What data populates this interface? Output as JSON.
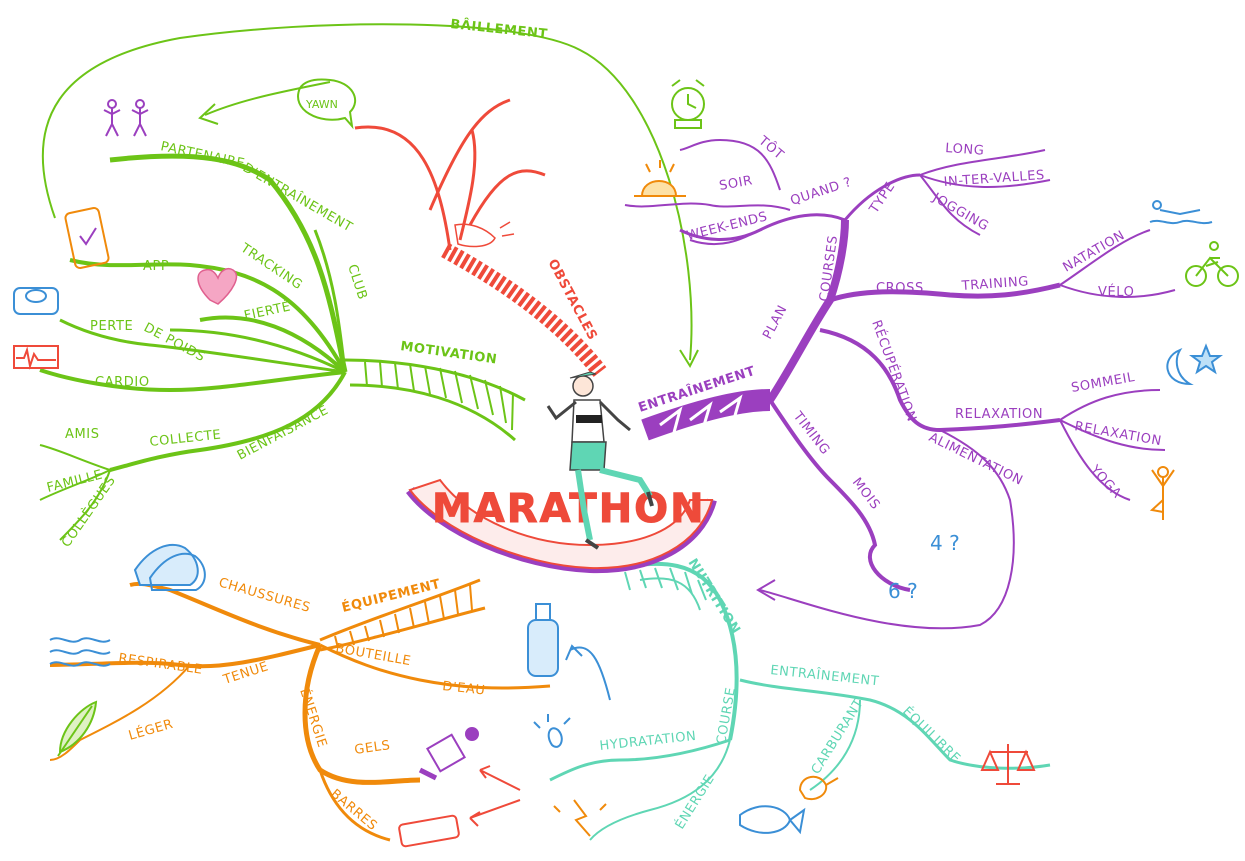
{
  "colors": {
    "motivation": "#6cc417",
    "obstacles": "#ef4a3a",
    "entrainement": "#9b3fbf",
    "equipement": "#f08a0b",
    "nutrition": "#5fd6b4",
    "marathon": "#ee4a3a",
    "icon_blue": "#3b8fd6"
  },
  "center": {
    "title": "MARATHON"
  },
  "branches": {
    "motivation": {
      "title": "MOTIVATION",
      "club": "CLUB",
      "partenaire": "PARTENAIRE",
      "entrainement": "D'ENTRAÎNEMENT",
      "app": "APP",
      "tracking": "TRACKING",
      "fierte": "FIERTÉ",
      "perte": "PERTE",
      "de_poids": "DE POIDS",
      "cardio": "CARDIO",
      "bienfaisance": "BIENFAISANCE",
      "collecte": "COLLECTE",
      "amis": "AMIS",
      "famille": "FAMILLE",
      "collegues": "COLLÈGUES"
    },
    "baillement": {
      "title": "BÂILLEMENT",
      "bubble": "YAWN"
    },
    "obstacles": {
      "title": "OBSTACLES"
    },
    "entrainement": {
      "title": "ENTRAÎNEMENT",
      "plan": "PLAN",
      "courses": "COURSES",
      "quand": "QUAND ?",
      "tot": "TÔT",
      "soir": "SOIR",
      "week_ends": "WEEK-ENDS",
      "type": "TYPE",
      "long": "LONG",
      "intervalles": "IN-TER-VALLES",
      "jogging": "JOGGING",
      "cross": "CROSS",
      "training": "TRAINING",
      "natation": "NATATION",
      "velo": "VÉLO",
      "recuperation": "RÉCUPÉRATION",
      "relaxation": "RELAXATION",
      "sommeil": "SOMMEIL",
      "relaxation2": "RELAXATION",
      "yoga": "YOGA",
      "alimentation": "ALIMENTATION",
      "timing": "TIMING",
      "mois": "MOIS",
      "four": "4 ?",
      "six": "6 ?"
    },
    "equipement": {
      "title": "ÉQUIPEMENT",
      "chaussures": "CHAUSSURES",
      "tenue": "TENUE",
      "respirable": "RESPIRABLE",
      "leger": "LÉGER",
      "bouteille": "BOUTEILLE",
      "deau": "D'EAU",
      "energie": "ÉNERGIE",
      "gels": "GELS",
      "barres": "BARRES"
    },
    "nutrition": {
      "title": "NUTRITION",
      "course": "COURSE",
      "hydratation": "HYDRATATION",
      "energie": "ÉNERGIE",
      "entrainement": "ENTRAÎNEMENT",
      "carburant": "CARBURANT",
      "equilibre": "ÉQUILIBRE"
    }
  }
}
